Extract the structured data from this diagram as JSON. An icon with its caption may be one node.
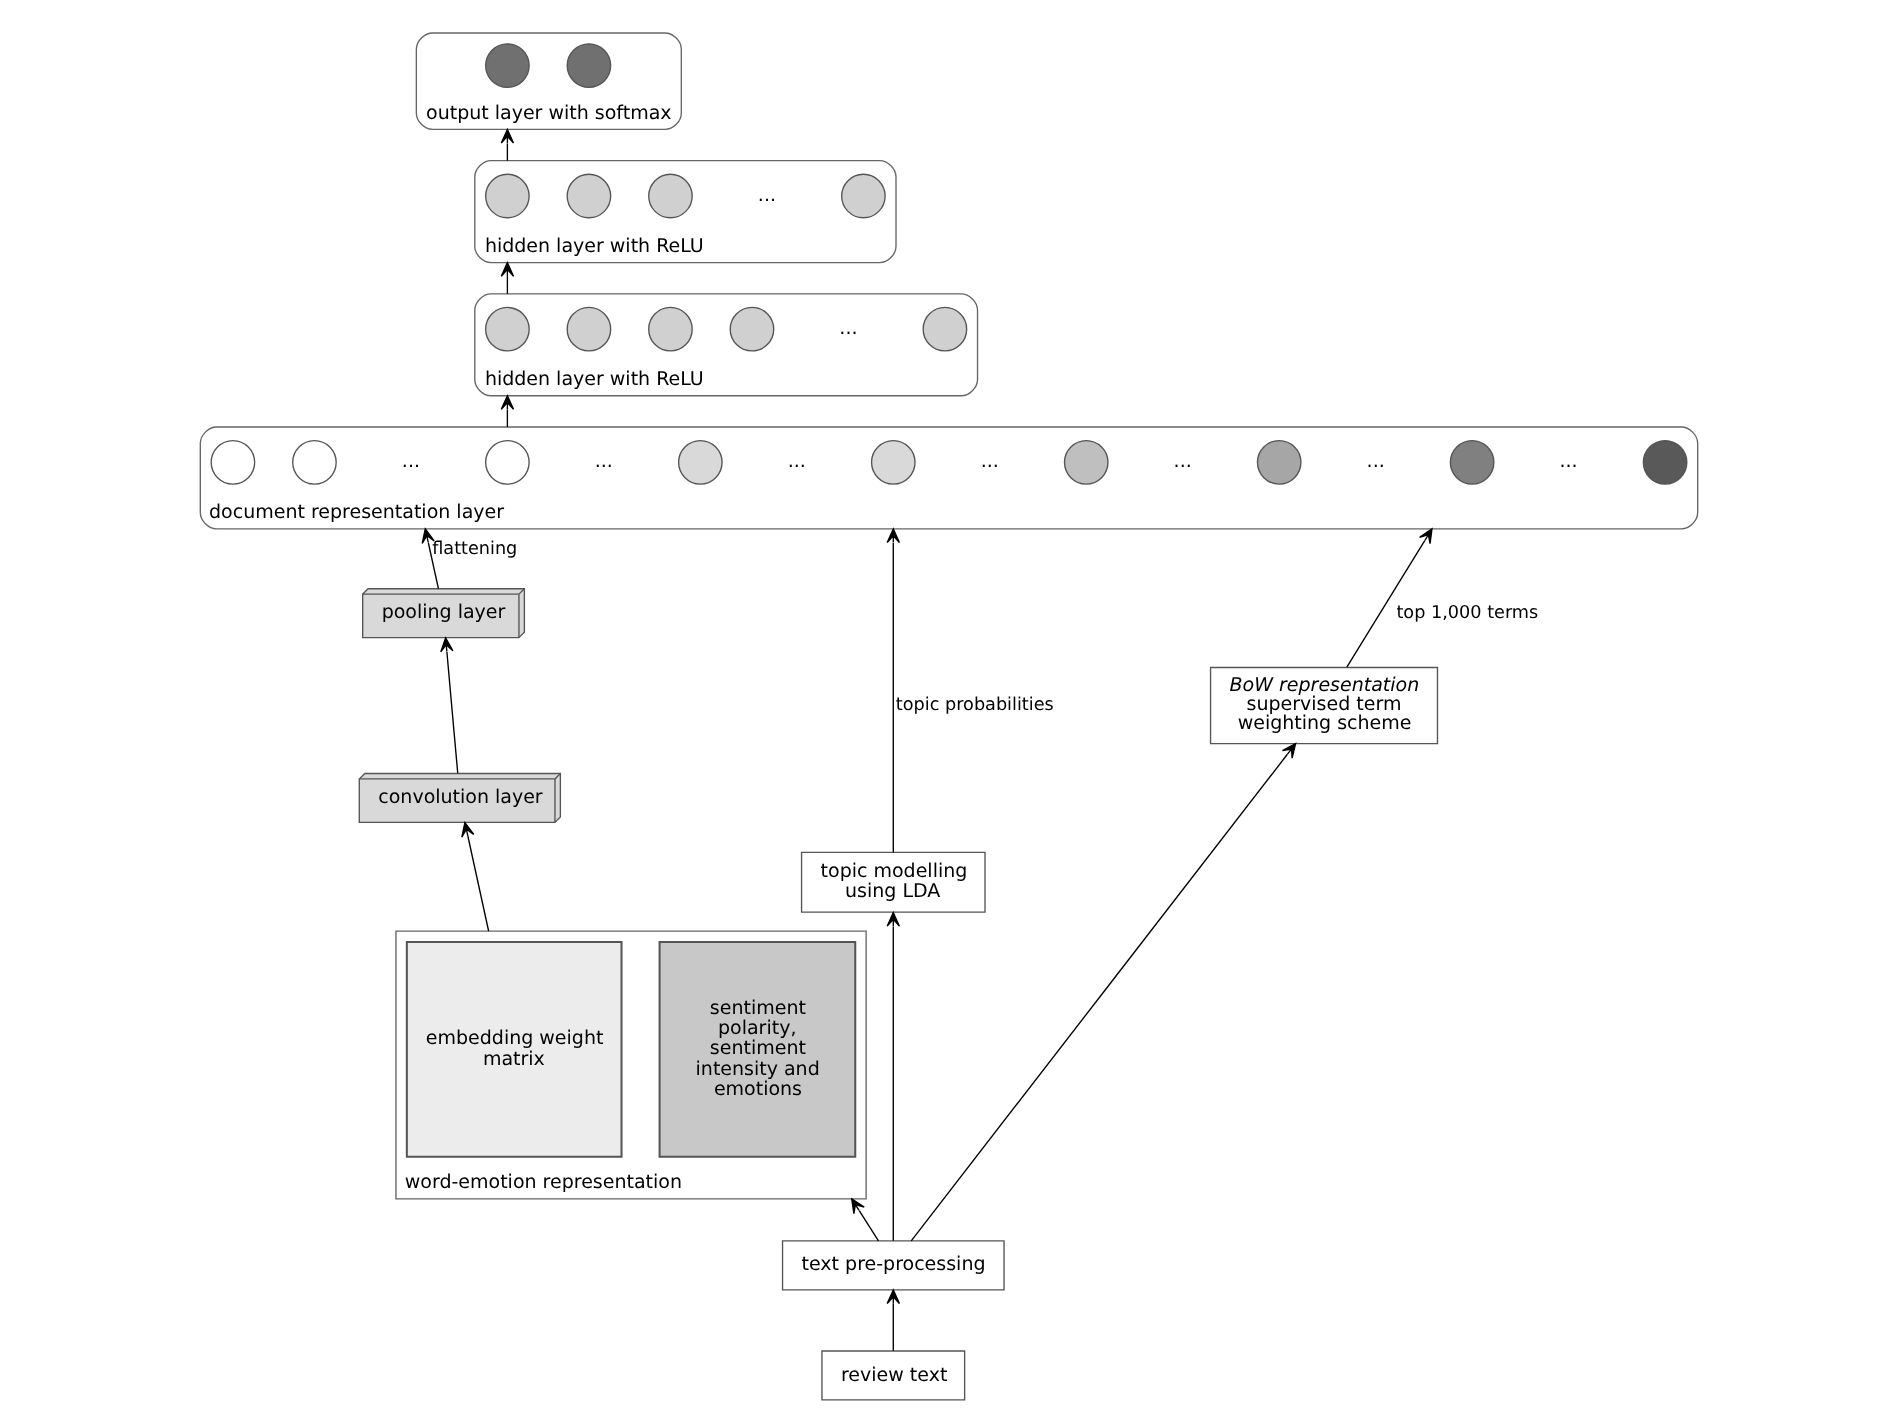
{
  "diagram": {
    "nodes": [
      {
        "text": [
          "output layer with softmax"
        ]
      },
      {
        "text": [],
        "shape": "circle",
        "in": 0
      },
      {
        "text": [],
        "shape": "circle",
        "in": 0
      },
      {
        "text": [
          "hidden layer with ReLU"
        ]
      },
      {
        "text": [],
        "shape": "circle",
        "in": 3
      },
      {
        "text": [],
        "shape": "circle",
        "in": 3
      },
      {
        "text": [],
        "shape": "circle",
        "in": 3
      },
      {
        "text": [
          "..."
        ],
        "in": 3
      },
      {
        "text": [],
        "shape": "circle",
        "in": 3
      },
      {
        "text": [
          "hidden layer with ReLU"
        ]
      },
      {
        "text": [],
        "shape": "circle",
        "in": 9
      },
      {
        "text": [],
        "shape": "circle",
        "in": 9
      },
      {
        "text": [],
        "shape": "circle",
        "in": 9
      },
      {
        "text": [],
        "shape": "circle",
        "in": 9
      },
      {
        "text": [
          "..."
        ],
        "in": 9
      },
      {
        "text": [],
        "shape": "circle",
        "in": 9
      },
      {
        "text": [
          "document representation layer"
        ]
      },
      {
        "text": [],
        "shape": "circle",
        "in": 16
      },
      {
        "text": [],
        "shape": "circle",
        "in": 16
      },
      {
        "text": [
          "..."
        ],
        "in": 16
      },
      {
        "text": [],
        "shape": "circle",
        "in": 16
      },
      {
        "text": [
          "..."
        ],
        "in": 16
      },
      {
        "text": [],
        "shape": "circle",
        "in": 16
      },
      {
        "text": [
          "..."
        ],
        "in": 16
      },
      {
        "text": [],
        "shape": "circle",
        "in": 16
      },
      {
        "text": [
          "..."
        ],
        "in": 16
      },
      {
        "text": [],
        "shape": "circle",
        "in": 16
      },
      {
        "text": [
          "..."
        ],
        "in": 16
      },
      {
        "text": [],
        "shape": "circle",
        "in": 16
      },
      {
        "text": [
          "..."
        ],
        "in": 16
      },
      {
        "text": [],
        "shape": "circle",
        "in": 16
      },
      {
        "text": [
          "..."
        ],
        "in": 16
      },
      {
        "text": [],
        "shape": "circle",
        "in": 16
      },
      {
        "text": [
          "convolution layer"
        ]
      },
      {
        "text": [
          "pooling layer"
        ]
      },
      {
        "text": [
          "topic modelling using LDA"
        ]
      },
      {
        "text": [
          "BoW representation",
          "supervised term weighting scheme"
        ]
      },
      {
        "text": [
          "word-emotion representation"
        ]
      },
      {
        "text": [
          "embedding weight matrix"
        ],
        "in": 37
      },
      {
        "text": [
          "sentiment polarity, sentiment intensity and emotions"
        ],
        "in": 37
      },
      {
        "text": [
          "text pre-processing"
        ]
      },
      {
        "text": [
          "review text"
        ]
      }
    ],
    "edges": [
      {
        "from": 41,
        "to": 40,
        "arrow": "to"
      },
      {
        "from": 40,
        "to": 37,
        "arrow": "to"
      },
      {
        "from": 40,
        "to": 35,
        "arrow": "to"
      },
      {
        "from": 40,
        "to": 36,
        "arrow": "to"
      },
      {
        "from": 37,
        "to": 33,
        "arrow": "to"
      },
      {
        "from": 33,
        "to": 34,
        "arrow": "to"
      },
      {
        "from": 34,
        "to": 16,
        "arrow": "to",
        "label": "flattening"
      },
      {
        "from": 35,
        "to": 16,
        "arrow": "to",
        "label": "topic probabilities"
      },
      {
        "from": 36,
        "to": 16,
        "arrow": "to",
        "label": "top 1,000 terms"
      },
      {
        "from": 16,
        "to": 9,
        "arrow": "to"
      },
      {
        "from": 9,
        "to": 3,
        "arrow": "to"
      },
      {
        "from": 3,
        "to": 0,
        "arrow": "to"
      }
    ]
  }
}
